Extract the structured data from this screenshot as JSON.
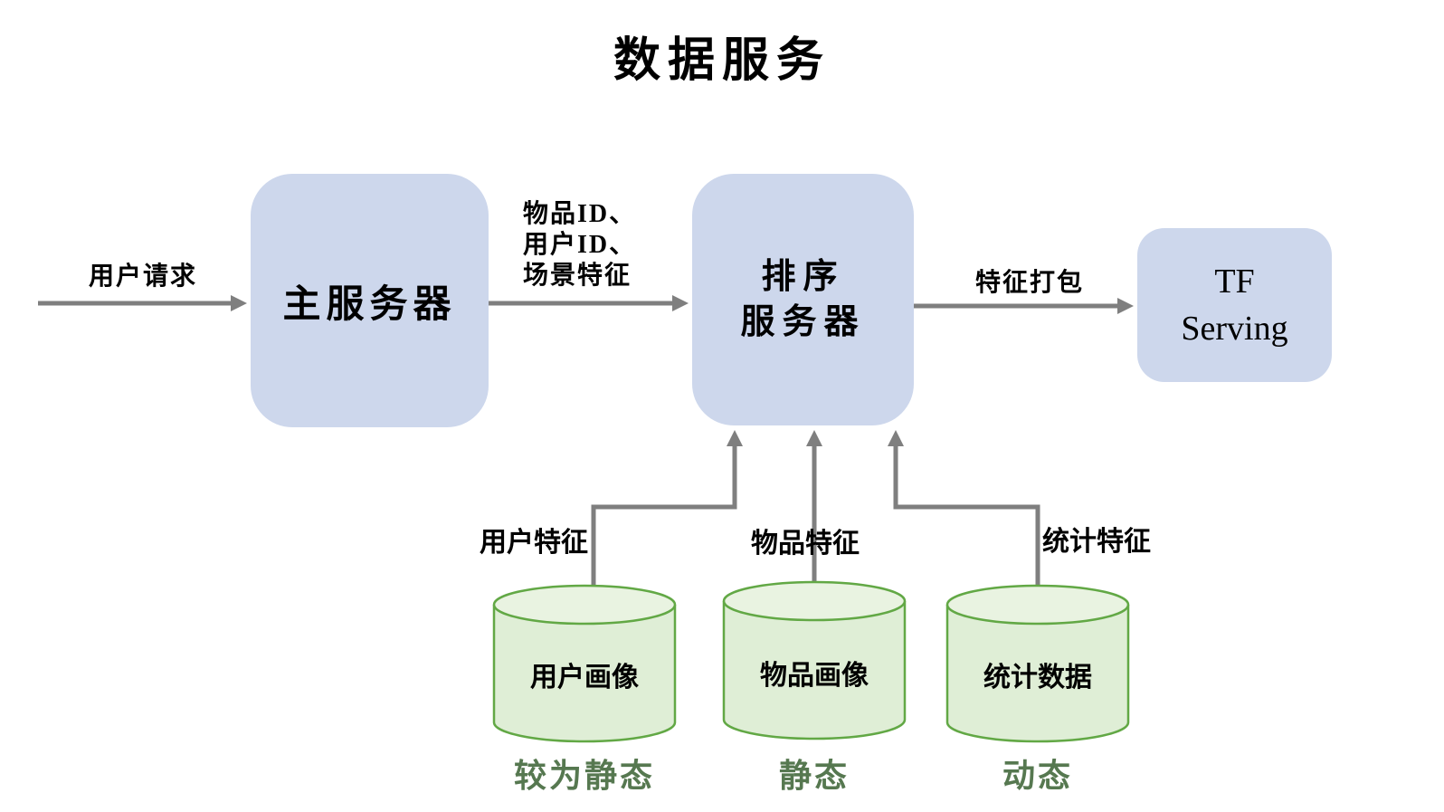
{
  "title": "数据服务",
  "colors": {
    "box_fill": "#cdd7ec",
    "cylinder_body_fill": "#dfeed6",
    "cylinder_top_fill": "#e9f3e1",
    "cylinder_stroke": "#62a845",
    "arrow": "#7f7f7f",
    "caption_text": "#567850",
    "label_text": "#000000"
  },
  "nodes": {
    "main_server": {
      "label": "主服务器"
    },
    "ranking_server": {
      "line1": "排序",
      "line2": "服务器"
    },
    "tf_serving": {
      "line1": "TF",
      "line2": "Serving"
    }
  },
  "edges": {
    "user_request": "用户请求",
    "ranking_input_line1": "物品ID、",
    "ranking_input_line2": "用户ID、",
    "ranking_input_line3": "场景特征",
    "feature_pack": "特征打包",
    "user_features": "用户特征",
    "item_features": "物品特征",
    "stat_features": "统计特征"
  },
  "databases": [
    {
      "label": "用户画像",
      "caption": "较为静态"
    },
    {
      "label": "物品画像",
      "caption": "静态"
    },
    {
      "label": "统计数据",
      "caption": "动态"
    }
  ]
}
